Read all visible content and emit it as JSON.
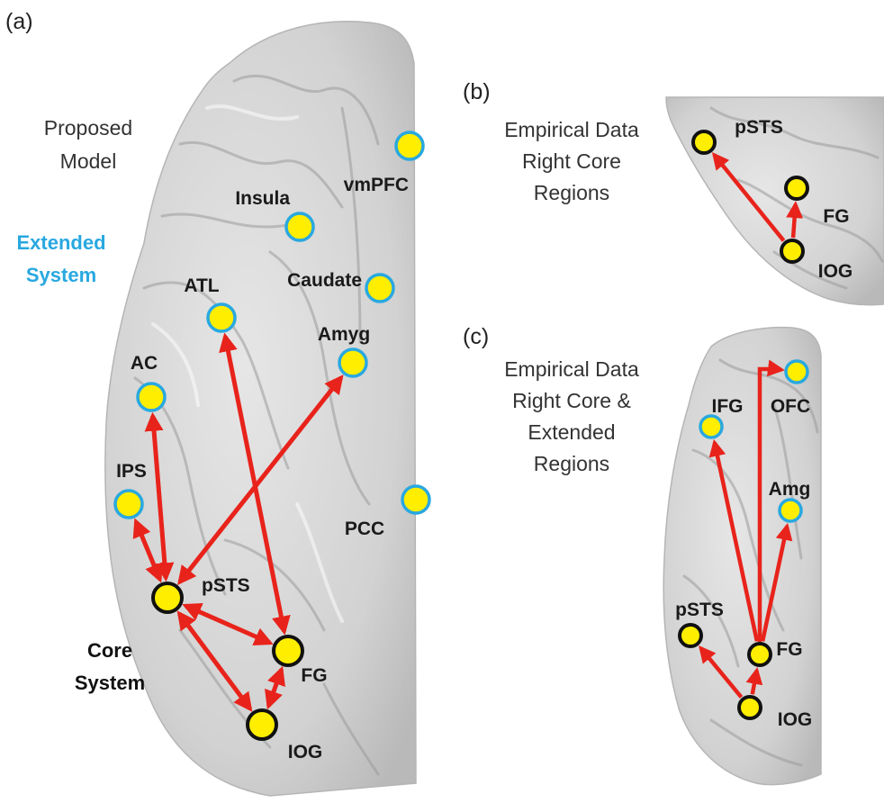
{
  "panels": {
    "a": {
      "letter": "(a)",
      "caption": [
        "Proposed",
        "Model"
      ],
      "extended_system": [
        "Extended",
        "System"
      ],
      "core_system": [
        "Core",
        "System"
      ],
      "regions": [
        {
          "key": "vmPFC",
          "label": "vmPFC",
          "type": "extended"
        },
        {
          "key": "Insula",
          "label": "Insula",
          "type": "extended"
        },
        {
          "key": "Caudate",
          "label": "Caudate",
          "type": "extended"
        },
        {
          "key": "ATL",
          "label": "ATL",
          "type": "extended"
        },
        {
          "key": "Amyg",
          "label": "Amyg",
          "type": "extended"
        },
        {
          "key": "AC",
          "label": "AC",
          "type": "extended"
        },
        {
          "key": "IPS",
          "label": "IPS",
          "type": "extended"
        },
        {
          "key": "PCC",
          "label": "PCC",
          "type": "extended"
        },
        {
          "key": "pSTS",
          "label": "pSTS",
          "type": "core"
        },
        {
          "key": "FG",
          "label": "FG",
          "type": "core"
        },
        {
          "key": "IOG",
          "label": "IOG",
          "type": "core"
        }
      ],
      "connections": [
        {
          "from": "pSTS",
          "to": "AC",
          "direction": "bidirectional"
        },
        {
          "from": "pSTS",
          "to": "IPS",
          "direction": "bidirectional"
        },
        {
          "from": "pSTS",
          "to": "Amyg",
          "direction": "bidirectional"
        },
        {
          "from": "FG",
          "to": "ATL",
          "direction": "bidirectional"
        },
        {
          "from": "pSTS",
          "to": "FG",
          "direction": "bidirectional"
        },
        {
          "from": "pSTS",
          "to": "IOG",
          "direction": "bidirectional"
        },
        {
          "from": "FG",
          "to": "IOG",
          "direction": "bidirectional"
        }
      ]
    },
    "b": {
      "letter": "(b)",
      "caption": [
        "Empirical Data",
        "Right Core",
        "Regions"
      ],
      "regions": [
        {
          "key": "pSTS",
          "label": "pSTS",
          "type": "core"
        },
        {
          "key": "FG",
          "label": "FG",
          "type": "core"
        },
        {
          "key": "IOG",
          "label": "IOG",
          "type": "core"
        }
      ],
      "connections": [
        {
          "from": "IOG",
          "to": "pSTS",
          "direction": "forward"
        },
        {
          "from": "IOG",
          "to": "FG",
          "direction": "forward"
        }
      ]
    },
    "c": {
      "letter": "(c)",
      "caption": [
        "Empirical Data",
        "Right Core &",
        "Extended",
        "Regions"
      ],
      "regions": [
        {
          "key": "IFG",
          "label": "IFG",
          "type": "extended"
        },
        {
          "key": "OFC",
          "label": "OFC",
          "type": "extended"
        },
        {
          "key": "Amg",
          "label": "Amg",
          "type": "extended"
        },
        {
          "key": "pSTS",
          "label": "pSTS",
          "type": "core"
        },
        {
          "key": "FG",
          "label": "FG",
          "type": "core"
        },
        {
          "key": "IOG",
          "label": "IOG",
          "type": "core"
        }
      ],
      "connections": [
        {
          "from": "IOG",
          "to": "pSTS",
          "direction": "forward"
        },
        {
          "from": "IOG",
          "to": "FG",
          "direction": "forward"
        },
        {
          "from": "FG",
          "to": "IFG",
          "direction": "forward"
        },
        {
          "from": "FG",
          "to": "OFC",
          "direction": "forward"
        },
        {
          "from": "FG",
          "to": "Amg",
          "direction": "forward"
        }
      ]
    }
  },
  "colors": {
    "node_fill": "#ffee00",
    "core_outline": "#111111",
    "extended_outline": "#29a8e0",
    "arrow": "#e8231b",
    "extended_label": "#29a8e0",
    "core_label": "#111111",
    "brain_fill": "#d8d8d8"
  }
}
